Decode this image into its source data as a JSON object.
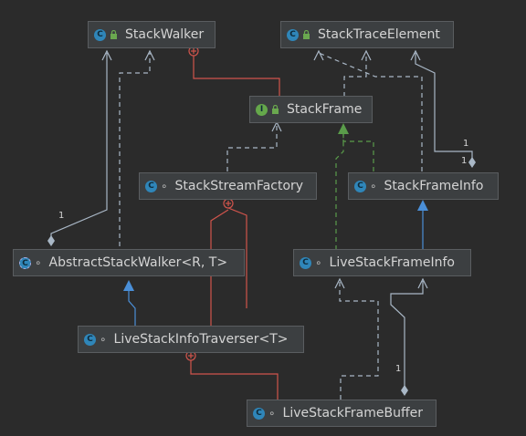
{
  "nodes": {
    "stack_walker": {
      "label": "StackWalker",
      "kind": "C"
    },
    "stack_trace_element": {
      "label": "StackTraceElement",
      "kind": "C"
    },
    "stack_frame": {
      "label": "StackFrame",
      "kind": "I"
    },
    "stack_stream_factory": {
      "label": "StackStreamFactory",
      "kind": "C"
    },
    "stack_frame_info": {
      "label": "StackFrameInfo",
      "kind": "C"
    },
    "abstract_stack_walker": {
      "label": "AbstractStackWalker<R, T>",
      "kind": "C"
    },
    "live_stack_frame_info": {
      "label": "LiveStackFrameInfo",
      "kind": "C"
    },
    "live_stack_info_traverser": {
      "label": "LiveStackInfoTraverser<T>",
      "kind": "C"
    },
    "live_stack_frame_buffer": {
      "label": "LiveStackFrameBuffer",
      "kind": "C"
    }
  },
  "multiplicities": {
    "sw_to_asw": "1",
    "ste_to_sfi_a": "1",
    "ste_to_sfi_b": "1",
    "lsfi_to_lsfb": "1"
  },
  "colors": {
    "dependency": "#a9b7c6",
    "inner_class": "#d0544c",
    "implements": "#5a9c4a",
    "extends": "#4a8fd8",
    "aggregation": "#a9b7c6"
  }
}
